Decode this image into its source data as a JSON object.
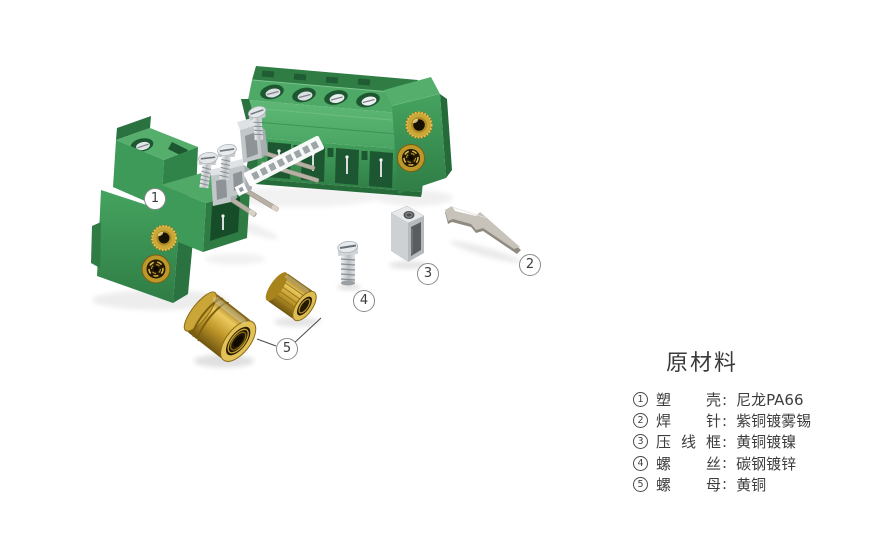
{
  "scene": {
    "background": "#ffffff",
    "colors": {
      "housing_green_light": "#55AE6C",
      "housing_green_mid": "#3E9A58",
      "housing_green_dark": "#2E7C44",
      "cavity_green": "#1D5731",
      "brass": "#C9A42F",
      "brass_dark": "#7C5F10",
      "steel_light": "#E6E9EB",
      "steel_mid": "#C4C9CD",
      "steel_dark": "#9BA1A6",
      "pin_metal": "#B7AFA3",
      "callout_border": "#8B8B8B",
      "text": "#3D3D3D"
    },
    "callouts": [
      {
        "num": "1"
      },
      {
        "num": "2"
      },
      {
        "num": "3"
      },
      {
        "num": "4"
      },
      {
        "num": "5"
      }
    ]
  },
  "legend": {
    "title": "原材料",
    "colon": ":",
    "items": [
      {
        "num": "1",
        "label": "塑壳",
        "value": "尼龙PA66"
      },
      {
        "num": "2",
        "label": "焊针",
        "value": "紫铜镀雾锡"
      },
      {
        "num": "3",
        "label": "压线框",
        "value": "黄铜镀镍"
      },
      {
        "num": "4",
        "label": "螺丝",
        "value": "碳钢镀锌"
      },
      {
        "num": "5",
        "label": "螺母",
        "value": "黄铜"
      }
    ]
  }
}
